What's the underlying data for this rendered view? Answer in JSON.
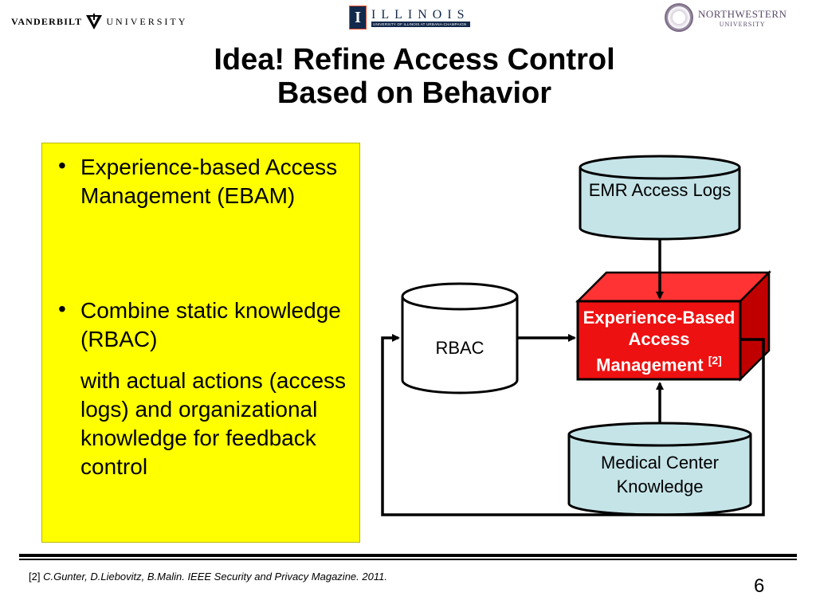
{
  "header": {
    "vanderbilt": {
      "left": "VANDERBILT",
      "right": "UNIVERSITY"
    },
    "illinois": {
      "name": "ILLINOIS",
      "sub": "UNIVERSITY OF ILLINOIS AT URBANA-CHAMPAIGN"
    },
    "northwestern": {
      "name": "NORTHWESTERN",
      "sub": "UNIVERSITY"
    }
  },
  "title": {
    "line1": "Idea! Refine Access Control",
    "line2": "Based on Behavior"
  },
  "bullets": {
    "b1": "Experience-based Access Management (EBAM)",
    "b2_line1": "Combine static knowledge (RBAC)",
    "b2_line2": "with actual actions (access logs) and organizational knowledge for feedback control",
    "marker": "•"
  },
  "diagram": {
    "emr": "EMR Access Logs",
    "rbac": "RBAC",
    "ebam": "Experience-Based Access Management",
    "ebam_ref": "[2]",
    "mck": "Medical Center Knowledge",
    "colors": {
      "cylinder_fill": "#c5e4e8",
      "cube_red": "#ee1111",
      "cube_dark": "#c00000"
    }
  },
  "footer": {
    "ref_label": "[2]",
    "citation": "C.Gunter, D.Liebovitz, B.Malin. IEEE Security and Privacy Magazine. 2011.",
    "page": "6"
  }
}
